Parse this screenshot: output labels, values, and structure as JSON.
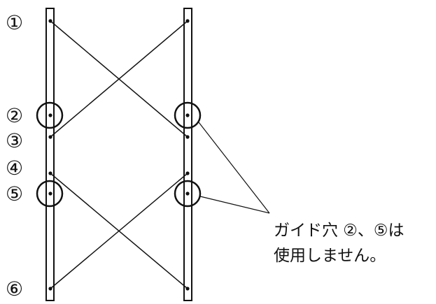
{
  "hole_labels": [
    "①",
    "②",
    "③",
    "④",
    "⑤",
    "⑥"
  ],
  "note": {
    "line1": "ガイド穴 ②、⑤は",
    "line2": "使用しません。"
  },
  "colors": {
    "line": "#111111",
    "background": "#ffffff"
  }
}
